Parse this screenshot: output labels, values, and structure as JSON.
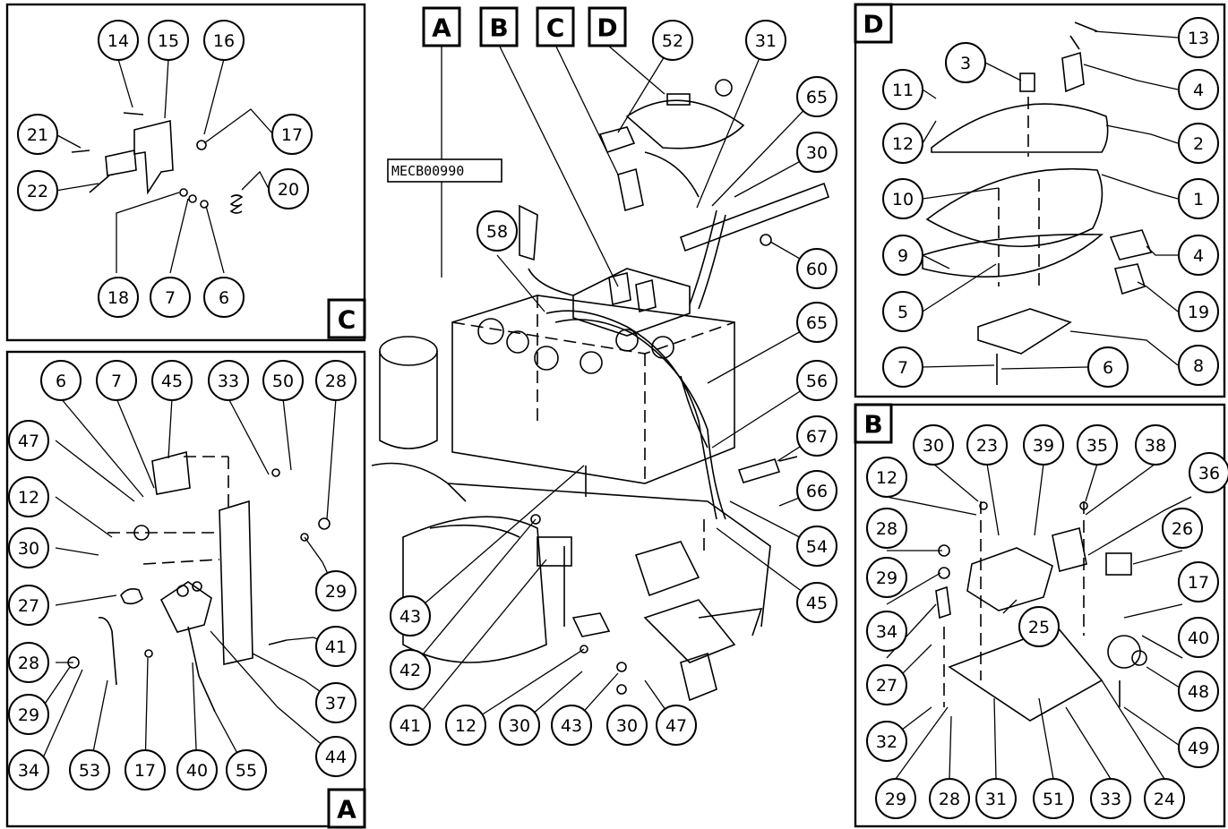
{
  "reference_code": "MECB00990",
  "views": [
    {
      "id": "A",
      "label": "A"
    },
    {
      "id": "B",
      "label": "B"
    },
    {
      "id": "C",
      "label": "C"
    },
    {
      "id": "D",
      "label": "D"
    }
  ],
  "panel_c": {
    "corner_label": "C",
    "callouts": [
      "14",
      "15",
      "16",
      "21",
      "17",
      "22",
      "20",
      "18",
      "7",
      "6"
    ]
  },
  "panel_a": {
    "corner_label": "A",
    "callouts": [
      "6",
      "7",
      "45",
      "33",
      "50",
      "28",
      "47",
      "12",
      "30",
      "29",
      "27",
      "41",
      "28",
      "37",
      "29",
      "34",
      "53",
      "17",
      "40",
      "55",
      "44"
    ]
  },
  "panel_d": {
    "corner_label": "D",
    "callouts": [
      "3",
      "13",
      "11",
      "4",
      "12",
      "2",
      "10",
      "1",
      "9",
      "4",
      "5",
      "19",
      "7",
      "6",
      "8"
    ]
  },
  "panel_b": {
    "corner_label": "B",
    "callouts": [
      "30",
      "23",
      "39",
      "35",
      "38",
      "12",
      "36",
      "28",
      "26",
      "29",
      "17",
      "34",
      "25",
      "40",
      "27",
      "48",
      "32",
      "49",
      "29",
      "28",
      "31",
      "51",
      "33",
      "24"
    ]
  },
  "center": {
    "view_tags": [
      "A",
      "B",
      "C",
      "D"
    ],
    "callouts": [
      "52",
      "31",
      "65",
      "30",
      "58",
      "60",
      "65",
      "56",
      "67",
      "66",
      "54",
      "43",
      "42",
      "41",
      "12",
      "30",
      "43",
      "30",
      "47",
      "45"
    ]
  }
}
